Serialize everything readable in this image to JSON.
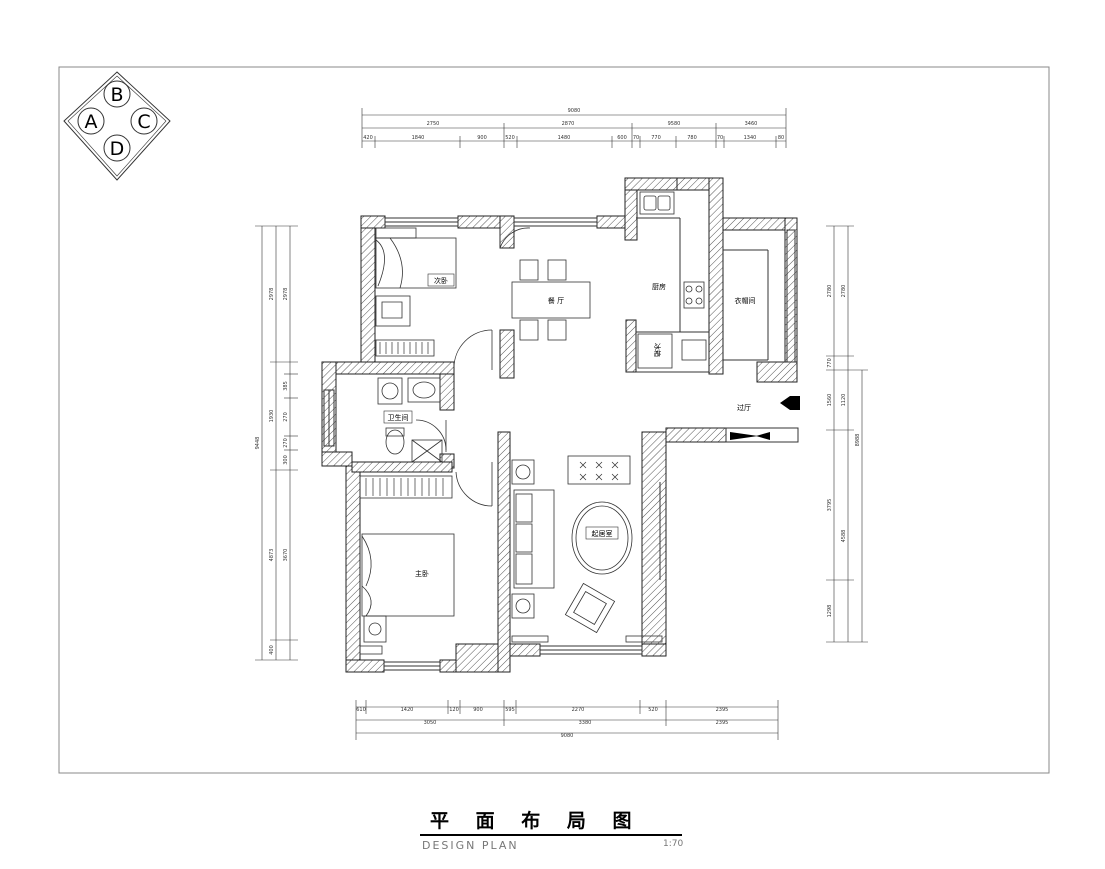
{
  "sheet": {
    "title_cn": "平 面 布 局 图",
    "title_en": "DESIGN PLAN",
    "scale": "1:70"
  },
  "orientation_key": [
    "A",
    "B",
    "C",
    "D"
  ],
  "rooms": {
    "second_bedroom": "次卧",
    "dining": "餐 厅",
    "kitchen": "厨房",
    "cloakroom": "衣帽间",
    "fridge": "冰箱",
    "bathroom": "卫生间",
    "hall": "过厅",
    "living_room": "起居室",
    "master_bedroom": "主卧"
  },
  "dimensions": {
    "top_total": "9080",
    "top_mid": [
      "2750",
      "2870",
      "9580",
      "3460"
    ],
    "top_detail": [
      "420",
      "1840",
      "900",
      "520",
      "1480",
      "600",
      "70",
      "770",
      "780",
      "70",
      "1340",
      "80"
    ],
    "bottom_detail": [
      "610",
      "1420",
      "120",
      "900",
      "595",
      "2270",
      "520",
      "2395"
    ],
    "bottom_mid": [
      "3050",
      "3380",
      "2395"
    ],
    "bottom_total": "9080",
    "left_inner": [
      "2978",
      "1930",
      "4873",
      "400"
    ],
    "left_detail": [
      "2978",
      "385",
      "270",
      "270",
      "300",
      "3670"
    ],
    "left_total": "9448",
    "right_inner": [
      "2780",
      "770",
      "1560",
      "1120",
      "3795",
      "1298"
    ],
    "right_mid": [
      "2780",
      "1120",
      "4588"
    ],
    "right_total": "8988"
  }
}
